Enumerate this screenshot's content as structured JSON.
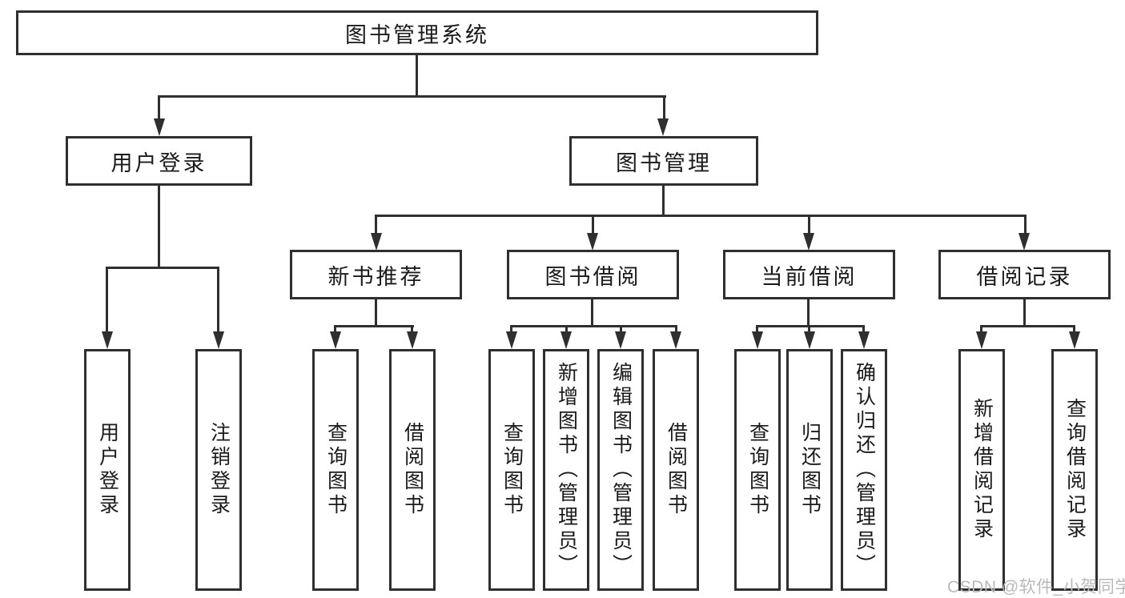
{
  "root": {
    "label": "图书管理系统"
  },
  "level2": {
    "user_login": {
      "label": "用户登录"
    },
    "book_mgmt": {
      "label": "图书管理"
    }
  },
  "level3": {
    "new_books": {
      "label": "新书推荐"
    },
    "borrowing": {
      "label": "图书借阅"
    },
    "current": {
      "label": "当前借阅"
    },
    "records": {
      "label": "借阅记录"
    }
  },
  "leaves": {
    "login": {
      "label": "用户登录"
    },
    "logout": {
      "label": "注销登录"
    },
    "nb_query": {
      "label": "查询图书"
    },
    "nb_borrow": {
      "label": "借阅图书"
    },
    "bb_query": {
      "label": "查询图书"
    },
    "bb_add": {
      "label": "新增图书（管理员）"
    },
    "bb_edit": {
      "label": "编辑图书（管理员）"
    },
    "bb_borrow": {
      "label": "借阅图书"
    },
    "cb_query": {
      "label": "查询图书"
    },
    "cb_return": {
      "label": "归还图书"
    },
    "cb_confirm": {
      "label": "确认归还（管理员）"
    },
    "br_add": {
      "label": "新增借阅记录"
    },
    "br_query": {
      "label": "查询借阅记录"
    }
  },
  "watermark": {
    "text": "CSDN @软件_小贺同学"
  },
  "colors": {
    "line": "#2f2f2f",
    "text": "#1a1a1a",
    "watermark": "#b9b9b9",
    "background": "#ffffff"
  }
}
